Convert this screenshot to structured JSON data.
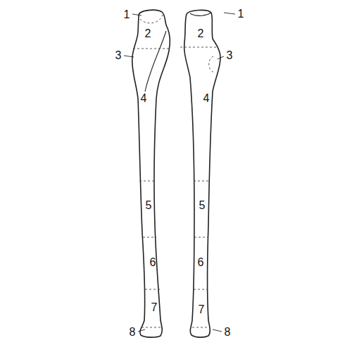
{
  "diagram": {
    "labels": [
      "1",
      "2",
      "3",
      "4",
      "5",
      "6",
      "7",
      "8",
      "1",
      "2",
      "3",
      "4",
      "5",
      "6",
      "7",
      "8"
    ]
  }
}
